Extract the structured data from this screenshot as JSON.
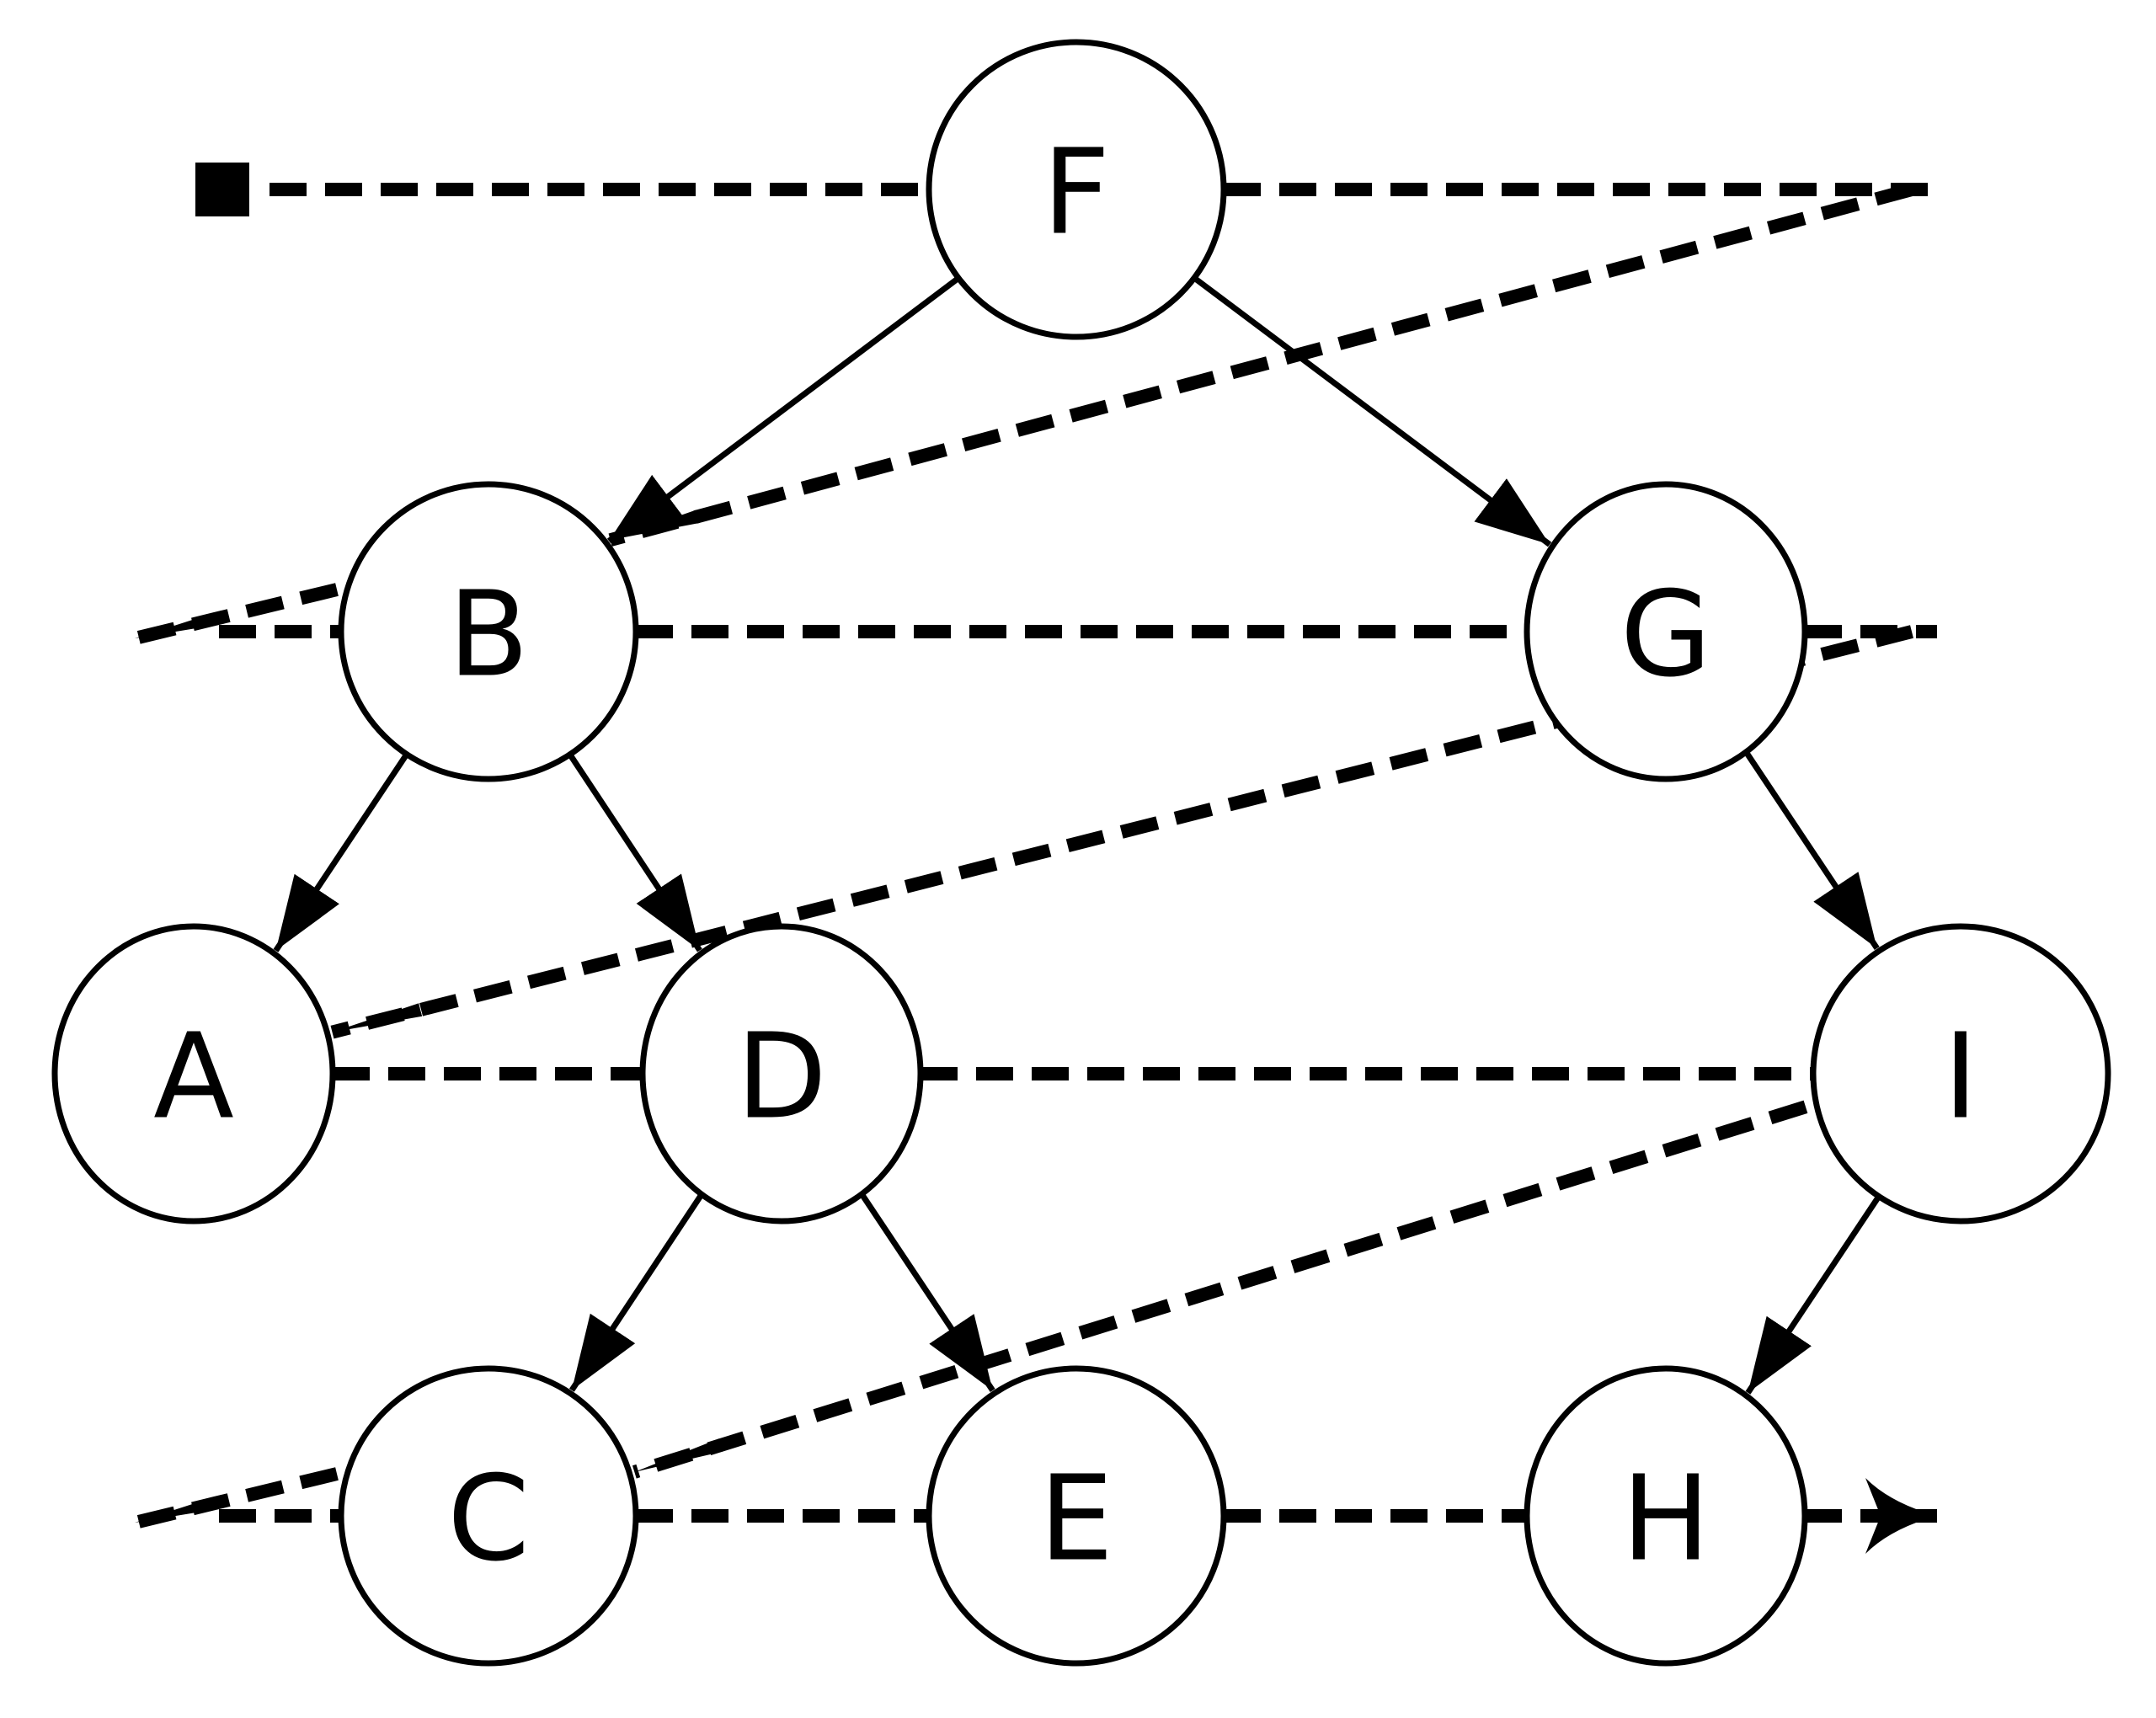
{
  "diagram": {
    "nodes": [
      {
        "id": "F",
        "label": "F"
      },
      {
        "id": "B",
        "label": "B"
      },
      {
        "id": "G",
        "label": "G"
      },
      {
        "id": "A",
        "label": "A"
      },
      {
        "id": "D",
        "label": "D"
      },
      {
        "id": "I",
        "label": "I"
      },
      {
        "id": "C",
        "label": "C"
      },
      {
        "id": "E",
        "label": "E"
      },
      {
        "id": "H",
        "label": "H"
      }
    ],
    "tree_edges": [
      {
        "from": "F",
        "to": "B"
      },
      {
        "from": "F",
        "to": "G"
      },
      {
        "from": "B",
        "to": "A"
      },
      {
        "from": "B",
        "to": "D"
      },
      {
        "from": "G",
        "to": "I"
      },
      {
        "from": "D",
        "to": "C"
      },
      {
        "from": "D",
        "to": "E"
      },
      {
        "from": "I",
        "to": "H"
      }
    ],
    "threaded_edges": [
      {
        "from": "F",
        "to": "B"
      },
      {
        "from": "G",
        "to": "A"
      },
      {
        "from": "I",
        "to": "C"
      }
    ],
    "level_links": [
      [
        "F"
      ],
      [
        "B",
        "G"
      ],
      [
        "A",
        "D",
        "I"
      ],
      [
        "C",
        "E",
        "H"
      ]
    ],
    "colors": {
      "stroke": "#000000",
      "fill": "#ffffff"
    }
  }
}
